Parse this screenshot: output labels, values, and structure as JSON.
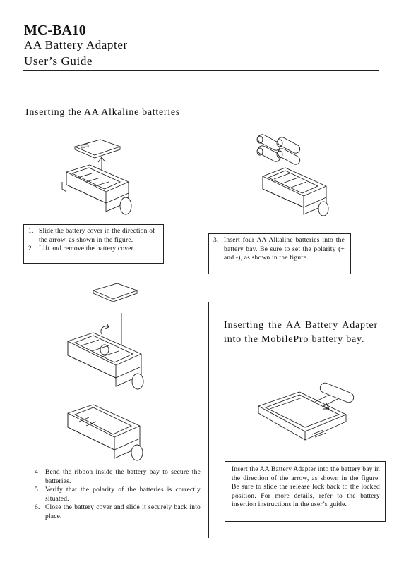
{
  "header": {
    "model": "MC-BA10",
    "product": "AA Battery Adapter",
    "doc_type": "User’s Guide"
  },
  "section1": {
    "title": "Inserting the AA Alkaline batteries"
  },
  "steps": {
    "s1": {
      "num": "1.",
      "text": "Slide the battery cover in the direction of the arrow, as shown in the figure."
    },
    "s2": {
      "num": "2.",
      "text": "Lift and remove the battery cover."
    },
    "s3": {
      "num": "3.",
      "text": "Insert four AA Alkaline batteries into the battery bay. Be sure to set the polarity (+ and -), as shown in the figure."
    },
    "s4": {
      "num": "4",
      "text": "Bend the ribbon inside the battery bay to secure the batteries."
    },
    "s5": {
      "num": "5.",
      "text": "Verify that the polarity of the batteries is correctly situated."
    },
    "s6": {
      "num": "6.",
      "text": "Close the battery cover and slide it securely back into place."
    }
  },
  "section2": {
    "title": "Inserting the AA Battery Adapter into the MobilePro battery bay.",
    "body": "Insert the AA Battery Adapter into the battery bay in the direction of the arrow, as shown in the figure. Be sure to slide the release lock back to the locked position. For more details, refer to the battery insertion instructions in the user’s guide."
  },
  "illustrations": [
    {
      "name": "fig-remove-cover",
      "icon": "battery-adapter-cover-removal"
    },
    {
      "name": "fig-insert-batteries",
      "icon": "battery-adapter-with-aa-cells"
    },
    {
      "name": "fig-close-cover",
      "icon": "battery-adapter-cover-closing"
    },
    {
      "name": "fig-adapter-closed",
      "icon": "battery-adapter-closed"
    },
    {
      "name": "fig-mobilepro-insert",
      "icon": "handheld-pc-battery-insertion"
    }
  ]
}
